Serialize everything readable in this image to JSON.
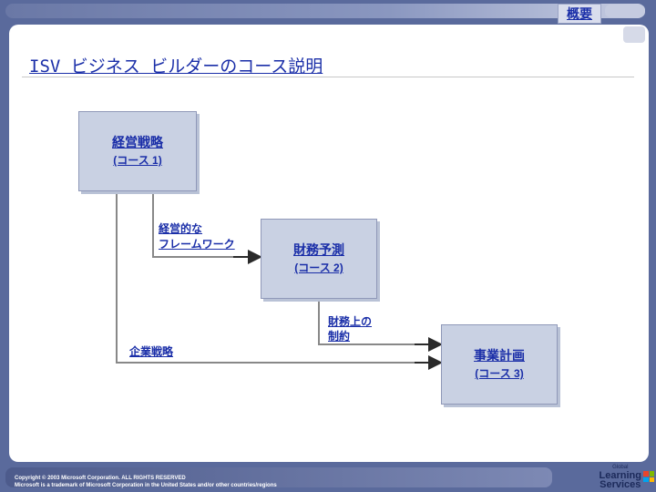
{
  "header": {
    "tab_label": "概要"
  },
  "page": {
    "title": "ISV ビジネス ビルダーのコース説明"
  },
  "diagram": {
    "boxes": [
      {
        "title": "経営戦略",
        "subtitle": "(コース 1)"
      },
      {
        "title": "財務予測",
        "subtitle": "(コース 2)"
      },
      {
        "title": "事業計画",
        "subtitle": "(コース 3)"
      }
    ],
    "labels": {
      "framework_line1": "経営的な",
      "framework_line2": "フレームワーク",
      "constraints_line1": "財務上の",
      "constraints_line2": "制約",
      "corporate_strategy": "企業戦略"
    }
  },
  "footer": {
    "line1": "Copyright © 2003 Microsoft Corporation. ALL RIGHTS RESERVED",
    "line2": "Microsoft is a trademark of Microsoft Corporation in the United States and/or other countries/regions"
  },
  "logo": {
    "line1": "Global",
    "line2": "Learning",
    "line3": "Services"
  },
  "colors": {
    "link": "#1a2ea8",
    "box_fill": "#c9d1e3",
    "connector": "#888888",
    "arrow": "#2a2a2a"
  }
}
